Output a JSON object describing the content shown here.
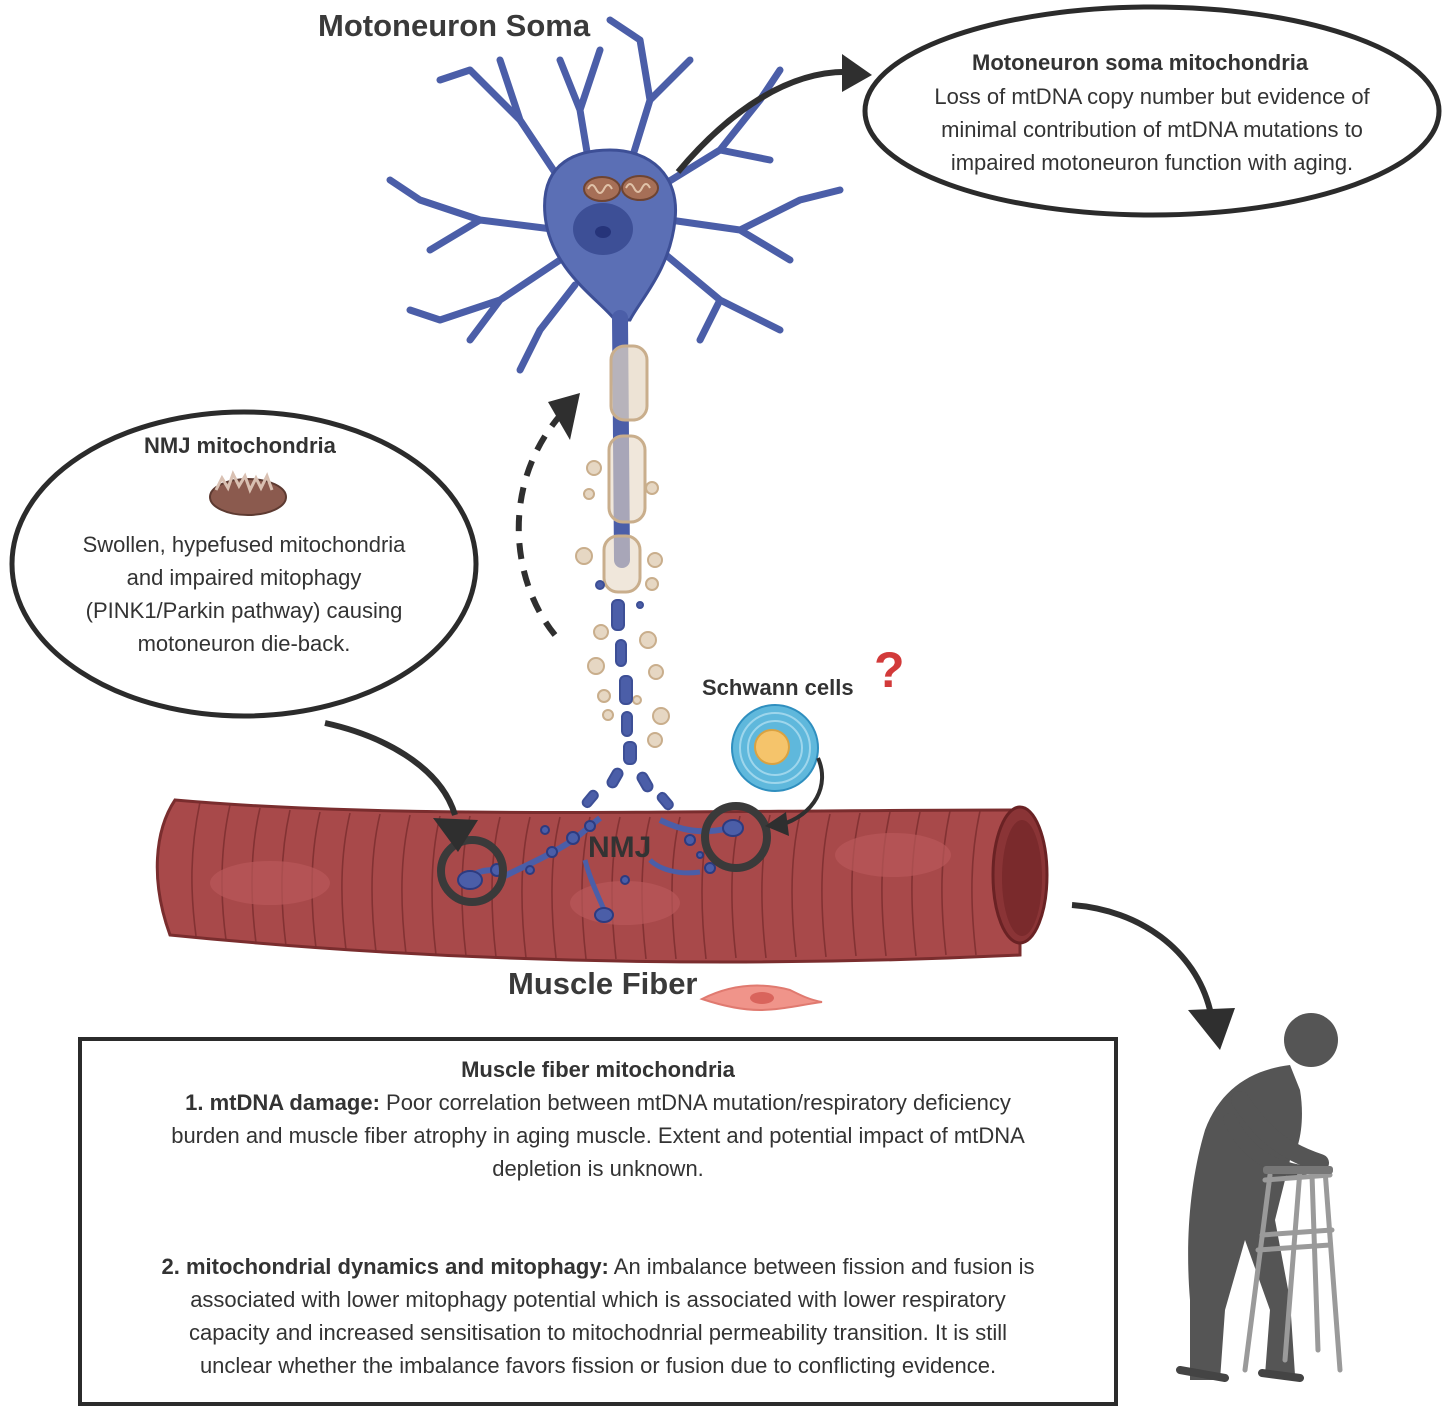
{
  "labels": {
    "soma_title": "Motoneuron Soma",
    "muscle_title": "Muscle Fiber",
    "nmj_label": "NMJ",
    "schwann_label": "Schwann cells",
    "question_mark": "?"
  },
  "soma_bubble": {
    "title": "Motoneuron soma mitochondria",
    "lines": [
      "Loss of mtDNA copy number but evidence of",
      "minimal contribution of mtDNA mutations to",
      "impaired motoneuron function with aging."
    ]
  },
  "nmj_bubble": {
    "title": "NMJ mitochondria",
    "lines": [
      "Swollen, hypefused mitochondria",
      "and impaired mitophagy",
      "(PINK1/Parkin pathway) causing",
      "motoneuron die-back."
    ]
  },
  "muscle_box": {
    "title": "Muscle fiber mitochondria",
    "item1_heading": "1. mtDNA damage:",
    "item1_lines": [
      " Poor correlation between mtDNA mutation/respiratory deficiency",
      "burden and muscle fiber atrophy in aging muscle. Extent and potential impact of mtDNA",
      "depletion is unknown."
    ],
    "item2_heading": "2. mitochondrial dynamics and mitophagy:",
    "item2_lines": [
      " An imbalance between fission and fusion is",
      "associated with lower mitophagy potential which is associated with lower respiratory",
      "capacity and increased sensitisation to mitochodnrial permeability transition.  It is still",
      "unclear whether the imbalance favors fission or fusion due to conflicting evidence."
    ]
  },
  "colors": {
    "neuron": "#5b6fb5",
    "neuron_dark": "#3d4f96",
    "muscle": "#a8494a",
    "muscle_dark": "#7a2d2e",
    "myelin": "#e6d7c3",
    "question": "#d23a3a",
    "arrow": "#2f2f2f"
  },
  "icons": {
    "mitochondrion": "mitochondrion-icon",
    "schwann": "schwann-cell-icon",
    "elderly": "elderly-person-walker-icon",
    "myocyte": "myocyte-icon"
  }
}
